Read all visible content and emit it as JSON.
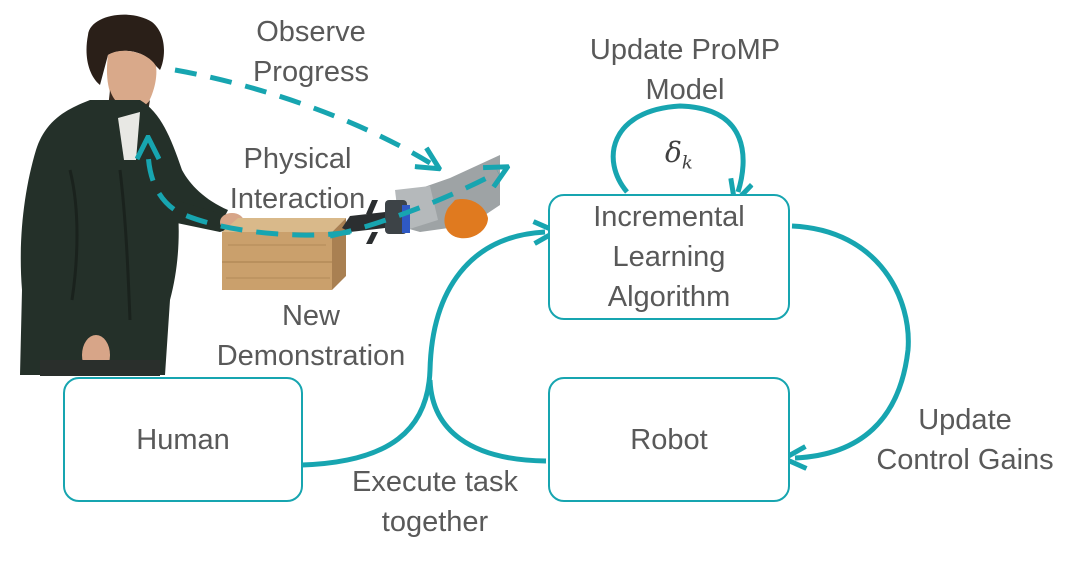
{
  "colors": {
    "accent": "#17a5b0",
    "text": "#595959"
  },
  "labels": {
    "observe_progress": "Observe\nProgress",
    "physical_interaction": "Physical\nInteraction",
    "new_demonstration": "New\nDemonstration",
    "update_promp_model": "Update ProMP\nModel",
    "delta_symbol": "δ",
    "delta_subscript": "k",
    "update_control_gains": "Update\nControl Gains",
    "execute_task_together": "Execute task\ntogether"
  },
  "boxes": {
    "human": "Human",
    "incremental_learning": "Incremental\nLearning\nAlgorithm",
    "robot": "Robot"
  },
  "illustration": {
    "person": "human-figure-illustration",
    "box": "wooden-box-illustration",
    "robot_arm": "robot-arm-illustration"
  }
}
